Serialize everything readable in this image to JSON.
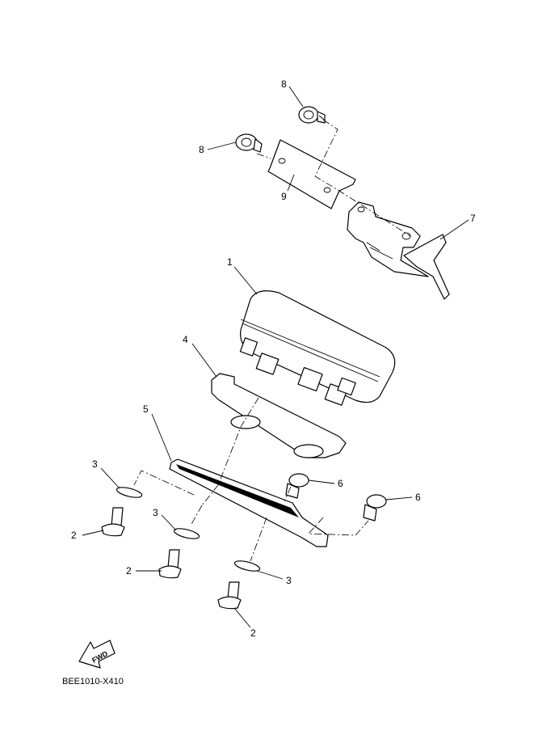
{
  "diagram": {
    "figure_code": "BEE1010-X410",
    "fwd_label": "FWD",
    "callouts": [
      {
        "id": "c1",
        "label": "1"
      },
      {
        "id": "c2a",
        "label": "2"
      },
      {
        "id": "c2b",
        "label": "2"
      },
      {
        "id": "c2c",
        "label": "2"
      },
      {
        "id": "c3a",
        "label": "3"
      },
      {
        "id": "c3b",
        "label": "3"
      },
      {
        "id": "c3c",
        "label": "3"
      },
      {
        "id": "c4",
        "label": "4"
      },
      {
        "id": "c5",
        "label": "5"
      },
      {
        "id": "c6a",
        "label": "6"
      },
      {
        "id": "c6b",
        "label": "6"
      },
      {
        "id": "c7",
        "label": "7"
      },
      {
        "id": "c8a",
        "label": "8"
      },
      {
        "id": "c8b",
        "label": "8"
      },
      {
        "id": "c9",
        "label": "9"
      }
    ]
  }
}
